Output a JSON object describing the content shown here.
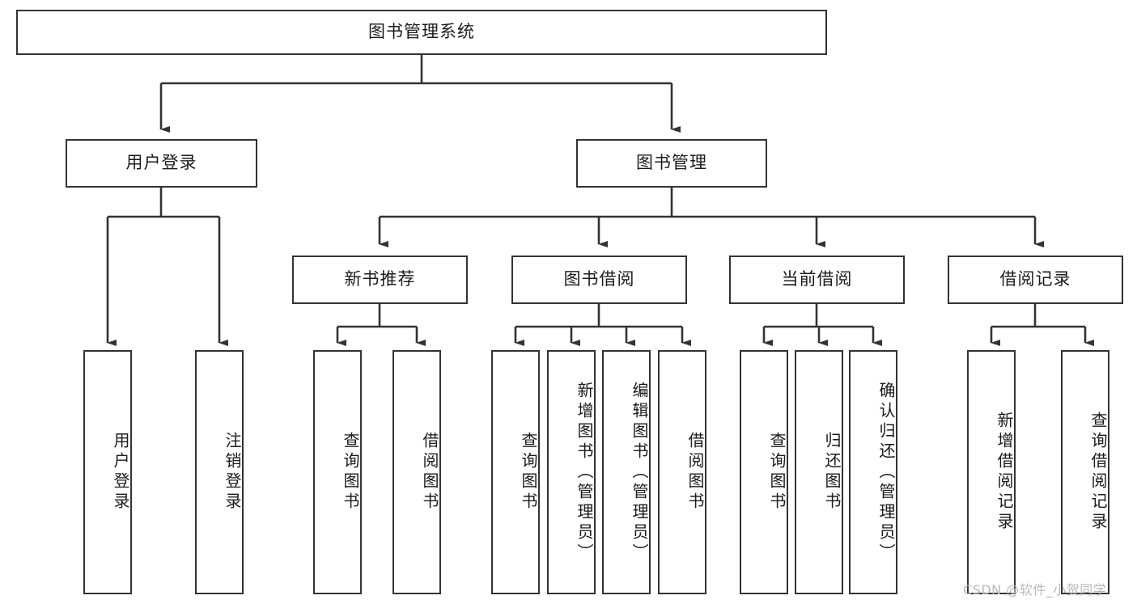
{
  "diagram": {
    "title_node": {
      "label": "图书管理系统"
    },
    "level2": [
      {
        "label": "用户登录"
      },
      {
        "label": "图书管理"
      }
    ],
    "level3": [
      {
        "label": "新书推荐"
      },
      {
        "label": "图书借阅"
      },
      {
        "label": "当前借阅"
      },
      {
        "label": "借阅记录"
      }
    ],
    "leaves": {
      "user_login": [
        {
          "label": "用户登录"
        },
        {
          "label": "注销登录"
        }
      ],
      "new_book": [
        {
          "label": "查询图书"
        },
        {
          "label": "借阅图书"
        }
      ],
      "book_borrow": [
        {
          "label": "查询图书"
        },
        {
          "label": "新增图书（管理员）"
        },
        {
          "label": "编辑图书（管理员）"
        },
        {
          "label": "借阅图书"
        }
      ],
      "current_borrow": [
        {
          "label": "查询图书"
        },
        {
          "label": "归还图书"
        },
        {
          "label": "确认归还（管理员）"
        }
      ],
      "borrow_record": [
        {
          "label": "新增借阅记录"
        },
        {
          "label": "查询借阅记录"
        }
      ]
    }
  },
  "watermark": {
    "text": "CSDN @软件_小贺同学"
  },
  "colors": {
    "stroke": "#333333",
    "background": "#ffffff",
    "text": "#1b1b1b",
    "watermark": "#b9b9b9"
  }
}
